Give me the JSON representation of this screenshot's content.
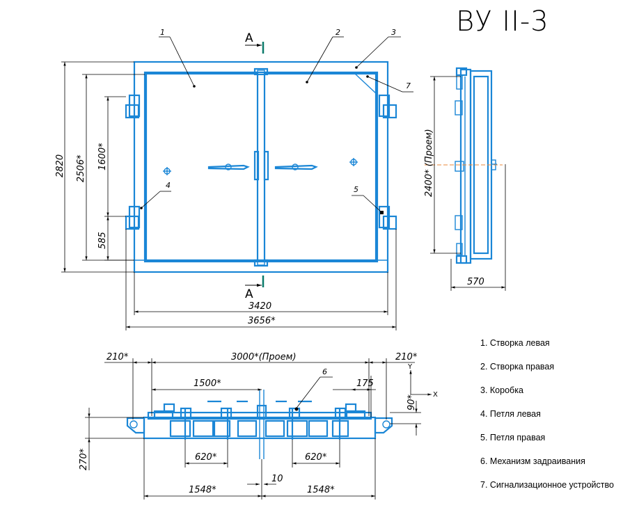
{
  "title": "ВУ II-3",
  "section_label": "А",
  "axis": {
    "x": "X",
    "y": "Y"
  },
  "dimensions": {
    "height_total": "2820",
    "height_2506": "2506*",
    "height_1600": "1600*",
    "height_585": "585",
    "width_3420": "3420",
    "width_3656": "3656*",
    "opening_2400": "2400* (Проем)",
    "depth_570": "570",
    "side_210_left": "210*",
    "opening_3000": "3000*(Проем)",
    "side_210_right": "210*",
    "half_1500": "1500*",
    "offset_175": "175",
    "offset_90": "90*",
    "depth_270": "270*",
    "spacing_620_left": "620*",
    "spacing_620_right": "620*",
    "gap_10": "10",
    "leaf_1548_left": "1548*",
    "leaf_1548_right": "1548*"
  },
  "callouts": [
    "1",
    "2",
    "3",
    "4",
    "5",
    "6",
    "7"
  ],
  "legend": [
    "1. Створка левая",
    "2. Створка правая",
    "3. Коробка",
    "4. Петля левая",
    "5. Петля правая",
    "6. Механизм задраивания",
    "7. Сигнализационное устройство"
  ]
}
